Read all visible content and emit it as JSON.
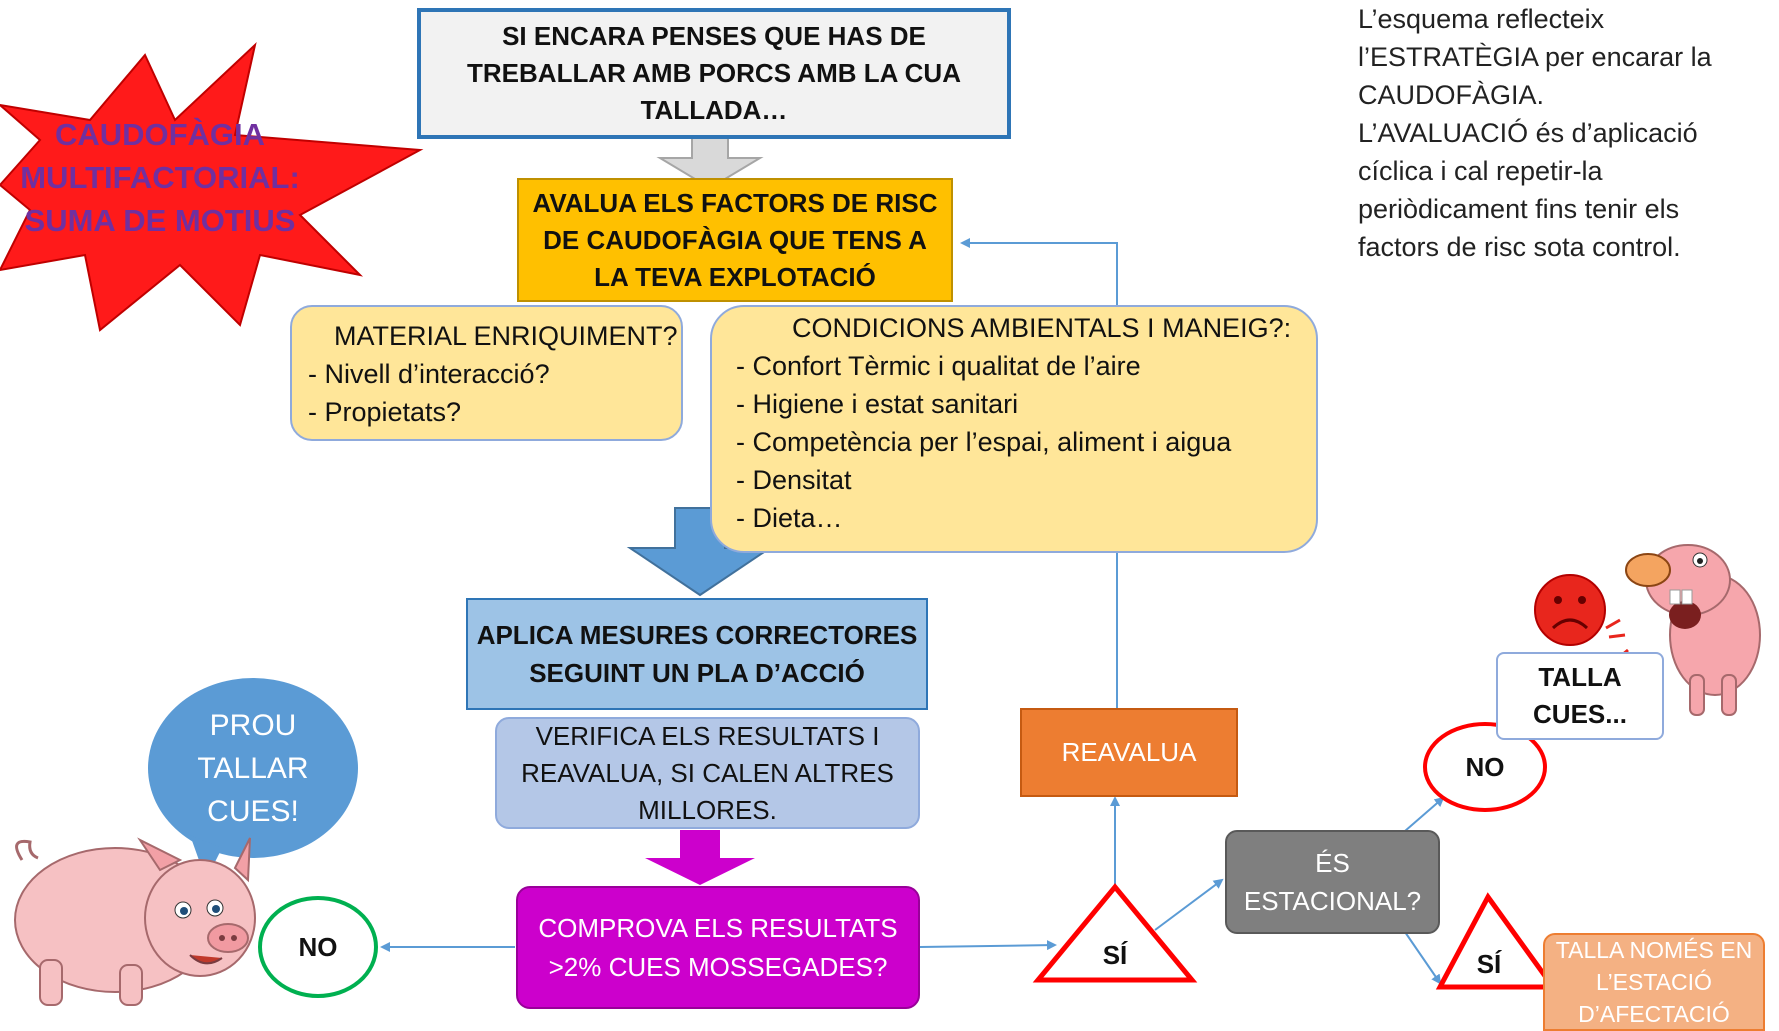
{
  "burst": {
    "lines": [
      "CAUDOFÀGIA",
      "MULTIFACTORIAL:",
      "SUMA DE MOTIUS"
    ]
  },
  "top_box": {
    "lines": [
      "SI  ENCARA PENSES  QUE HAS DE",
      "TREBALLAR AMB PORCS AMB  LA CUA",
      "TALLADA…"
    ]
  },
  "assess_box": {
    "lines": [
      "AVALUA ELS FACTORS DE RISC",
      "DE CAUDOFÀGIA QUE TENS A",
      "LA TEVA EXPLOTACIÓ"
    ]
  },
  "enrichment": {
    "title": "MATERIAL  ENRIQUIMENT?",
    "items": [
      "- Nivell d’interacció?",
      "- Propietats?"
    ]
  },
  "conditions": {
    "title": "CONDICIONS AMBIENTALS  I  MANEIG?:",
    "items": [
      "- Confort Tèrmic i qualitat de l’aire",
      "- Higiene i estat sanitari",
      "- Competència per l’espai, aliment i aigua",
      "- Densitat",
      "- Dieta…"
    ]
  },
  "apply_box": {
    "lines": [
      "APLICA  MESURES CORRECTORES",
      "SEGUINT UN  PLA D’ACCIÓ"
    ]
  },
  "verify_box": {
    "lines": [
      "VERIFICA ELS RESULTATS  I",
      "REAVALUA,  SI CALEN  ALTRES",
      "MILLORES."
    ]
  },
  "check_box": {
    "lines": [
      "COMPROVA ELS RESULTATS",
      ">2% CUES MOSSEGADES?"
    ]
  },
  "reassess_box": {
    "label": "REAVALUA"
  },
  "seasonal_box": {
    "lines": [
      "ÉS",
      "ESTACIONAL?"
    ]
  },
  "no_green": {
    "label": "NO"
  },
  "no_red": {
    "label": "NO"
  },
  "si_triangle_1": {
    "label": "SÍ"
  },
  "si_triangle_2": {
    "label": "SÍ"
  },
  "speech_bubble": {
    "lines": [
      "PROU",
      "TALLAR",
      "CUES!"
    ]
  },
  "cut_tails_box": {
    "lines": [
      "TALLA",
      "CUES..."
    ]
  },
  "cut_season_box": {
    "lines": [
      "TALLA NOMÉS EN",
      "L’ESTACIÓ",
      "D’AFECTACIÓ"
    ]
  },
  "note": {
    "lines": [
      "L’esquema  reflecteix",
      "l’ESTRATÈGIA  per  encarar  la",
      "CAUDOFÀGIA.",
      "L’AVALUACIÓ  és  d’aplicació",
      "cíclica i  cal  repetir-la",
      "periòdicament  fins  tenir  els",
      "factors de risc sota control."
    ]
  },
  "colors": {
    "burst": "#ff1a1a",
    "burst_text": "#7030a0",
    "assess": "#ffc000",
    "note_yellow": "#ffe699",
    "apply": "#9dc3e6",
    "verify": "#b4c7e7",
    "check": "#cc00cc",
    "reassess": "#ed7d31",
    "seasonal": "#7f7f7f",
    "cut_season": "#f4b183",
    "arrow_blue": "#5b9bd5",
    "connector": "#5b9bd5"
  }
}
